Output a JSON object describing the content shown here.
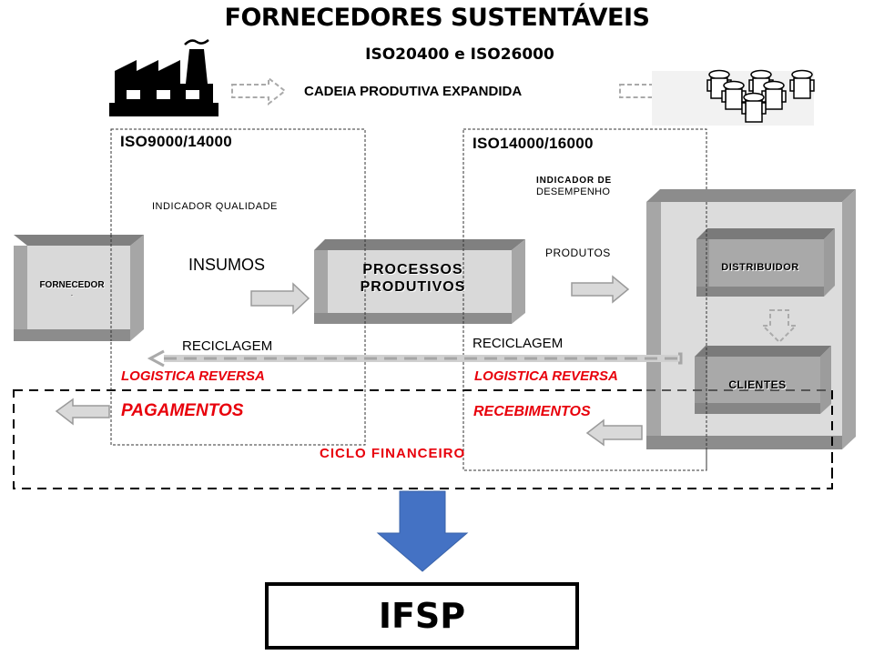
{
  "header": {
    "title": "FORNECEDORES SUSTENTÁVEIS",
    "subtitle": "ISO20400 e ISO26000",
    "chain_label": "CADEIA PRODUTIVA EXPANDIDA"
  },
  "regions": {
    "left_iso": "ISO9000/14000",
    "right_iso": "ISO14000/16000"
  },
  "indicators": {
    "quality": "INDICADOR QUALIDADE",
    "performance_line1": "INDICADOR DE",
    "performance_line2": "DESEMPENHO"
  },
  "nodes": {
    "supplier": "FORNECEDOR",
    "supplier_mark": "·",
    "processes_line1": "PROCESSOS",
    "processes_line2": "PRODUTIVOS",
    "distributor": "DISTRIBUIDOR",
    "clients": "CLIENTES"
  },
  "flows": {
    "inputs": "INSUMOS",
    "products": "PRODUTOS",
    "recycling_left": "RECICLAGEM",
    "recycling_right": "RECICLAGEM",
    "reverse_logistics_left": "LOGISTICA REVERSA",
    "reverse_logistics_right": "LOGISTICA REVERSA",
    "payments": "PAGAMENTOS",
    "receipts": "RECEBIMENTOS",
    "financial_cycle": "CICLO FINANCEIRO"
  },
  "result": {
    "label": "IFSP"
  },
  "colors": {
    "accent_red": "#e8000b",
    "arrow_blue": "#4472c4",
    "box_face": "#d9d9d9",
    "box_side": "#a6a6a6",
    "box_dark": "#7f7f7f"
  }
}
